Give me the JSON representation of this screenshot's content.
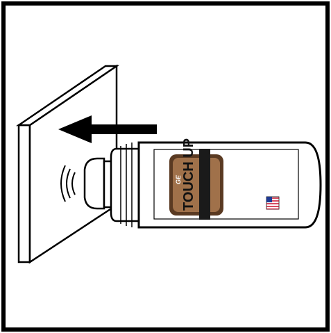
{
  "product": {
    "brand_mark": "GE",
    "name": "TOUCH UP"
  },
  "icons": {
    "wall": "wall-panel",
    "arrow": "left-arrow-icon",
    "sound": "sound-waves-icon",
    "flag": "usa-flag-icon",
    "pen": "touch-up-pen"
  },
  "colors": {
    "frame": "#000000",
    "background": "#ffffff",
    "label_brown": "#a0714a",
    "label_dark": "#5a3a22",
    "flag_red": "#c8102e",
    "flag_blue": "#1f3a93"
  }
}
